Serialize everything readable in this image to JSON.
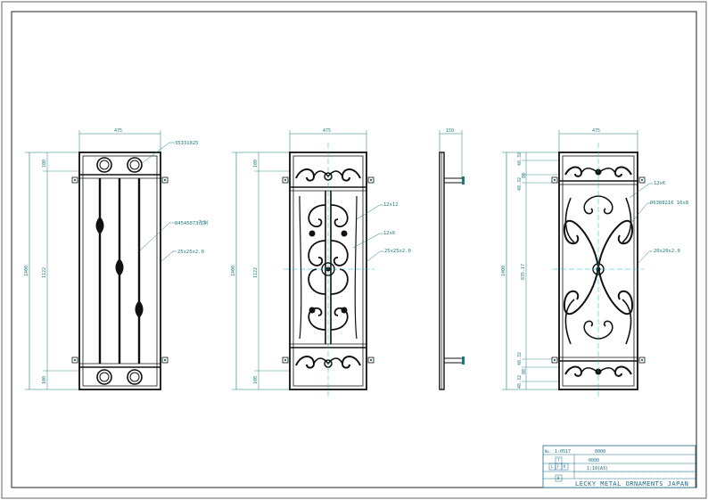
{
  "views": {
    "v1": {
      "width": "475",
      "height_total": "1400",
      "inner": "1122",
      "rail_top": "100",
      "rail_bottom": "100",
      "note_ring": "35331025",
      "note_bar": "84545073改制",
      "note_frame": "25x25x2.0"
    },
    "v2": {
      "width": "475",
      "height_total": "1400",
      "inner": "1122",
      "rail_top": "100",
      "rail_bottom": "100",
      "note_a": "12x12",
      "note_b": "12x6",
      "note_frame": "25x25x2.0"
    },
    "v3": {
      "depth": "150"
    },
    "v4": {
      "width": "475",
      "height_total": "1400",
      "inner": "835.17",
      "d_top_a": "48.32",
      "d_top_b": "80",
      "d_top_c": "48.32",
      "d_bot_a": "48.32",
      "d_bot_b": "80",
      "d_bot_c": "48.32",
      "note_a": "12x6",
      "note_b": "06388216 16x8",
      "note_frame": "20x20x2.0"
    }
  },
  "titleblock": {
    "no_label": "No.",
    "no_value": "1-0517",
    "field2_value": "0000",
    "field3_value": "0000",
    "scale_value": "1:10(A3)",
    "company": "LECKY METAL ORNAMENTS JAPAN",
    "view_t": "T",
    "view_l": "L",
    "view_f": "F",
    "view_r": "R",
    "view_b": "B"
  }
}
